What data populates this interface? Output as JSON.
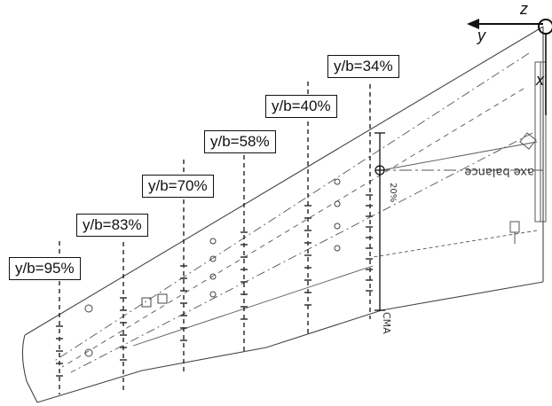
{
  "stations": [
    {
      "label": "y/b=34%",
      "fraction": 0.34
    },
    {
      "label": "y/b=40%",
      "fraction": 0.4
    },
    {
      "label": "y/b=58%",
      "fraction": 0.58
    },
    {
      "label": "y/b=70%",
      "fraction": 0.7
    },
    {
      "label": "y/b=83%",
      "fraction": 0.83
    },
    {
      "label": "y/b=95%",
      "fraction": 0.95
    }
  ],
  "axes": {
    "z": "z",
    "y": "y",
    "x": "x"
  },
  "drawing": {
    "axis_note": "axe balance",
    "angle_note": "20%",
    "chord_note": "CMA"
  },
  "colors": {
    "ink": "#111111",
    "drawing": "#333333",
    "paper": "#ffffff"
  }
}
